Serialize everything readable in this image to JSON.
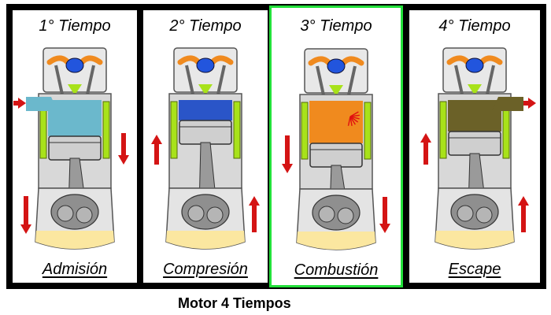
{
  "strokes": [
    {
      "number": "1° Tiempo",
      "name": "Admisión",
      "gas_color": "#6bb8cc",
      "piston": "down-mid",
      "arrows": "in"
    },
    {
      "number": "2° Tiempo",
      "name": "Compresión",
      "gas_color": "#2a55c8",
      "piston": "top",
      "arrows": "up"
    },
    {
      "number": "3° Tiempo",
      "name": "Combustión",
      "gas_color": "#f08a1e",
      "piston": "down",
      "arrows": "down"
    },
    {
      "number": "4° Tiempo",
      "name": "Escape",
      "gas_color": "#6b6128",
      "piston": "up-mid",
      "arrows": "out"
    }
  ],
  "highlighted": "Combustión",
  "caption": "Motor 4 Tiempos",
  "colors": {
    "highlight": "#22e03a",
    "arrow": "#d41414",
    "rocker": "#f08a1e",
    "valve_cap": "#2255dd",
    "wall_green": "#a8e21a",
    "oil": "#fbe7a0"
  }
}
